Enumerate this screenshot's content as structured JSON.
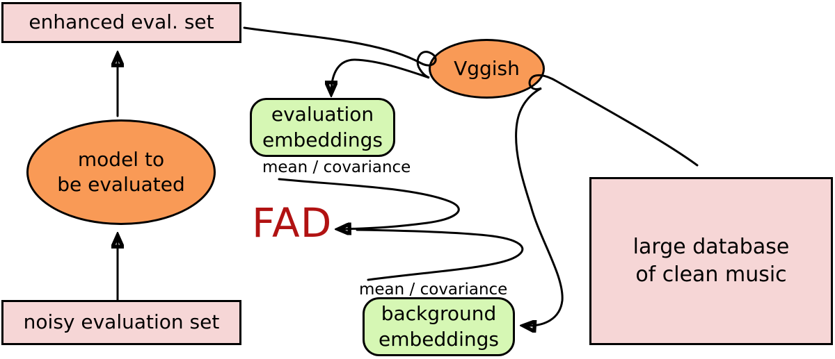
{
  "nodes": {
    "enhanced_eval_set": {
      "label": "enhanced eval. set"
    },
    "model": {
      "line1": "model to",
      "line2": "be evaluated"
    },
    "noisy_eval_set": {
      "label": "noisy evaluation set"
    },
    "vggish": {
      "label": "Vggish"
    },
    "evaluation_embeddings": {
      "line1": "evaluation",
      "line2": "embeddings"
    },
    "background_embeddings": {
      "line1": "background",
      "line2": "embeddings"
    },
    "large_database": {
      "line1": "large database",
      "line2": "of clean music"
    },
    "fad": {
      "label": "FAD"
    }
  },
  "annotations": {
    "mean_covariance_top": "mean / covariance",
    "mean_covariance_bottom": "mean / covariance"
  },
  "colors": {
    "dataset_fill": "#f6d6d6",
    "process_fill": "#f99a56",
    "embedding_fill": "#d6f7b4",
    "fad_text": "#b11212",
    "line": "#000000"
  }
}
